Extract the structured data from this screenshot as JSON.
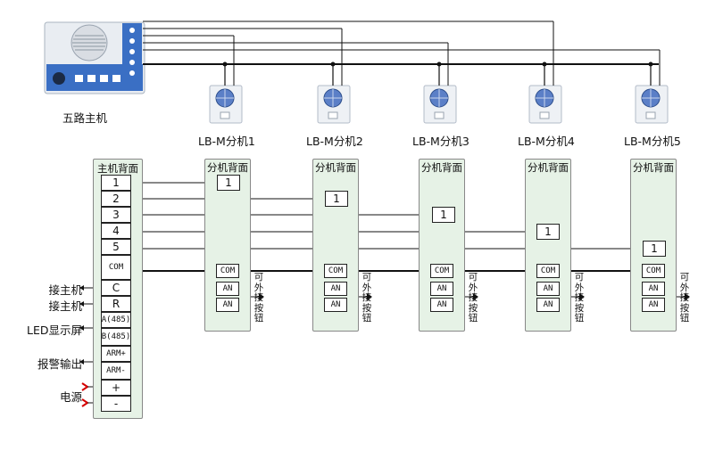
{
  "master": {
    "label": "五路主机",
    "panel_title": "主机背面",
    "terminals": [
      "1",
      "2",
      "3",
      "4",
      "5",
      "COM",
      "C",
      "R",
      "A(485)",
      "B(485)",
      "ARM+",
      "ARM-",
      "+",
      "-"
    ]
  },
  "extensions": [
    {
      "label": "LB-M分机1",
      "panel_title": "分机背面",
      "channel": "1"
    },
    {
      "label": "LB-M分机2",
      "panel_title": "分机背面",
      "channel": "1"
    },
    {
      "label": "LB-M分机3",
      "panel_title": "分机背面",
      "channel": "1"
    },
    {
      "label": "LB-M分机4",
      "panel_title": "分机背面",
      "channel": "1"
    },
    {
      "label": "LB-M分机5",
      "panel_title": "分机背面",
      "channel": "1"
    }
  ],
  "ext_terminals": {
    "com": "COM",
    "an1": "AN",
    "an2": "AN"
  },
  "button_note": [
    "可",
    "外",
    "接",
    "按",
    "钮"
  ],
  "side_labels": {
    "connect_host_c": "接主机",
    "connect_host_r": "接主机",
    "led": "LED显示屏",
    "alarm": "报警输出",
    "power": "电源"
  },
  "colors": {
    "panel": "#e6f2e6",
    "wire": "#111111",
    "power_arrow": "#d40000",
    "device_blue": "#3a6fc4"
  }
}
